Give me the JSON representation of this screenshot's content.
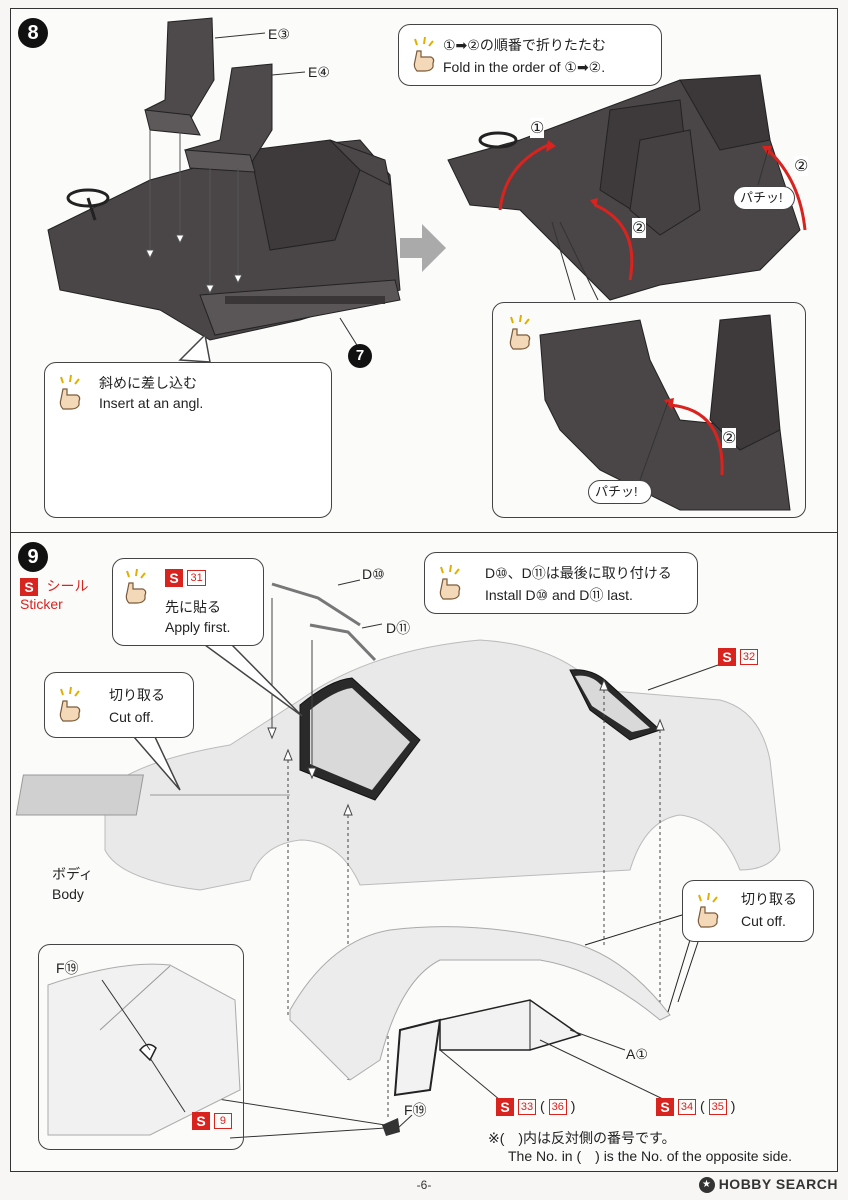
{
  "step8": {
    "number": "8",
    "parts": {
      "e3": "E③",
      "e4": "E④"
    },
    "step_ref": "7",
    "fold_tip": {
      "jp": "①➡②の順番で折りたたむ",
      "en": "Fold in the order of ①➡②."
    },
    "angle_tip": {
      "jp": "斜めに差し込む",
      "en": "Insert at an angl."
    },
    "fold_marks": {
      "one": "①",
      "two": "②"
    },
    "snap": "パチッ!"
  },
  "step9": {
    "number": "9",
    "sticker_legend": {
      "mark": "S",
      "jp": "シール",
      "en": "Sticker"
    },
    "apply_first": {
      "sticker": "31",
      "jp": "先に貼る",
      "en": "Apply first."
    },
    "install_last": {
      "jp": "D⑩、D⑪は最後に取り付ける",
      "en": "Install D⑩ and D⑪ last."
    },
    "cut_off_1": {
      "jp": "切り取る",
      "en": "Cut off."
    },
    "cut_off_2": {
      "jp": "切り取る",
      "en": "Cut off."
    },
    "parts": {
      "d10": "D⑩",
      "d11": "D⑪",
      "a1": "A①",
      "f19_top": "F⑲",
      "f19_bottom": "F⑲"
    },
    "body_label": {
      "jp": "ボディ",
      "en": "Body"
    },
    "stickers": {
      "s32": "32",
      "s9": "9",
      "s33": "33",
      "s36": "36",
      "s34": "34",
      "s35": "35"
    },
    "note": {
      "jp": "※(　)内は反対側の番号です。",
      "en": "The No. in (　) is the No. of the opposite side."
    }
  },
  "page_number": "-6-",
  "watermark": "HOBBY SEARCH"
}
